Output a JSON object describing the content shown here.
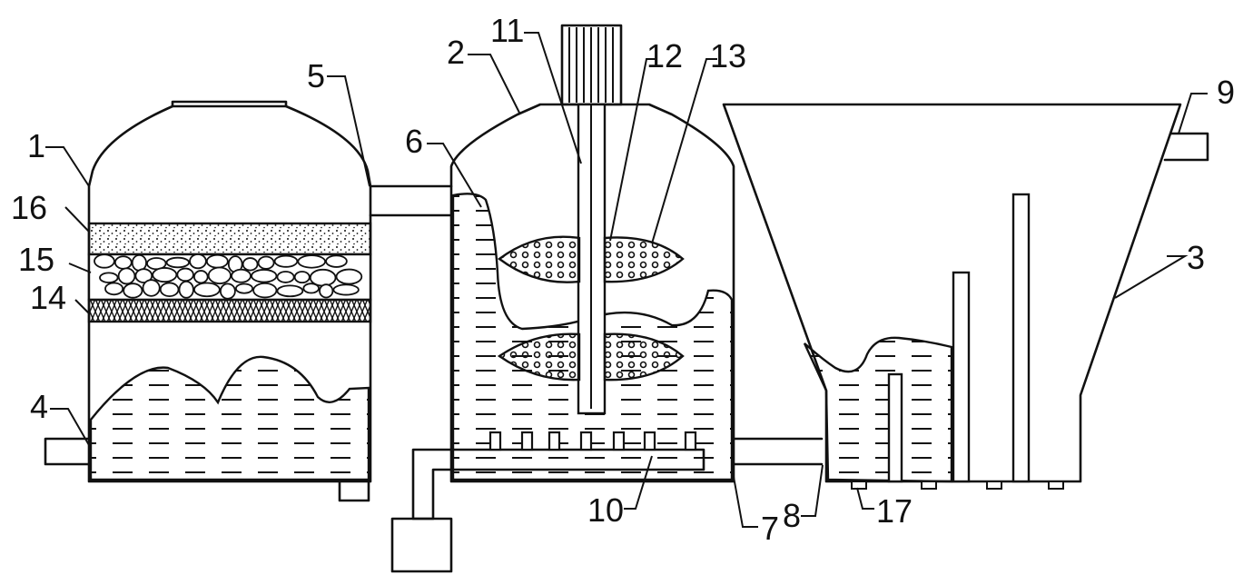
{
  "labels": {
    "l1": "1",
    "l2": "2",
    "l3": "3",
    "l4": "4",
    "l5": "5",
    "l6": "6",
    "l7": "7",
    "l8": "8",
    "l9": "9",
    "l10": "10",
    "l11": "11",
    "l12": "12",
    "l13": "13",
    "l14": "14",
    "l15": "15",
    "l16": "16",
    "l17": "17"
  },
  "colors": {
    "stroke": "#111111",
    "background": "#ffffff"
  }
}
